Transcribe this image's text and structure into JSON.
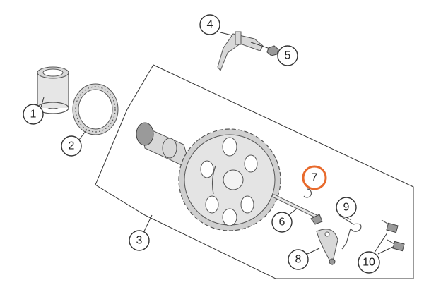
{
  "highlight_color": "#e86a2c",
  "callouts": [
    {
      "id": "1",
      "label": "1"
    },
    {
      "id": "2",
      "label": "2"
    },
    {
      "id": "3",
      "label": "3"
    },
    {
      "id": "4",
      "label": "4"
    },
    {
      "id": "5",
      "label": "5"
    },
    {
      "id": "6",
      "label": "6"
    },
    {
      "id": "7",
      "label": "7",
      "highlighted": true
    },
    {
      "id": "8",
      "label": "8"
    },
    {
      "id": "9",
      "label": "9"
    },
    {
      "id": "10",
      "label": "10"
    }
  ]
}
